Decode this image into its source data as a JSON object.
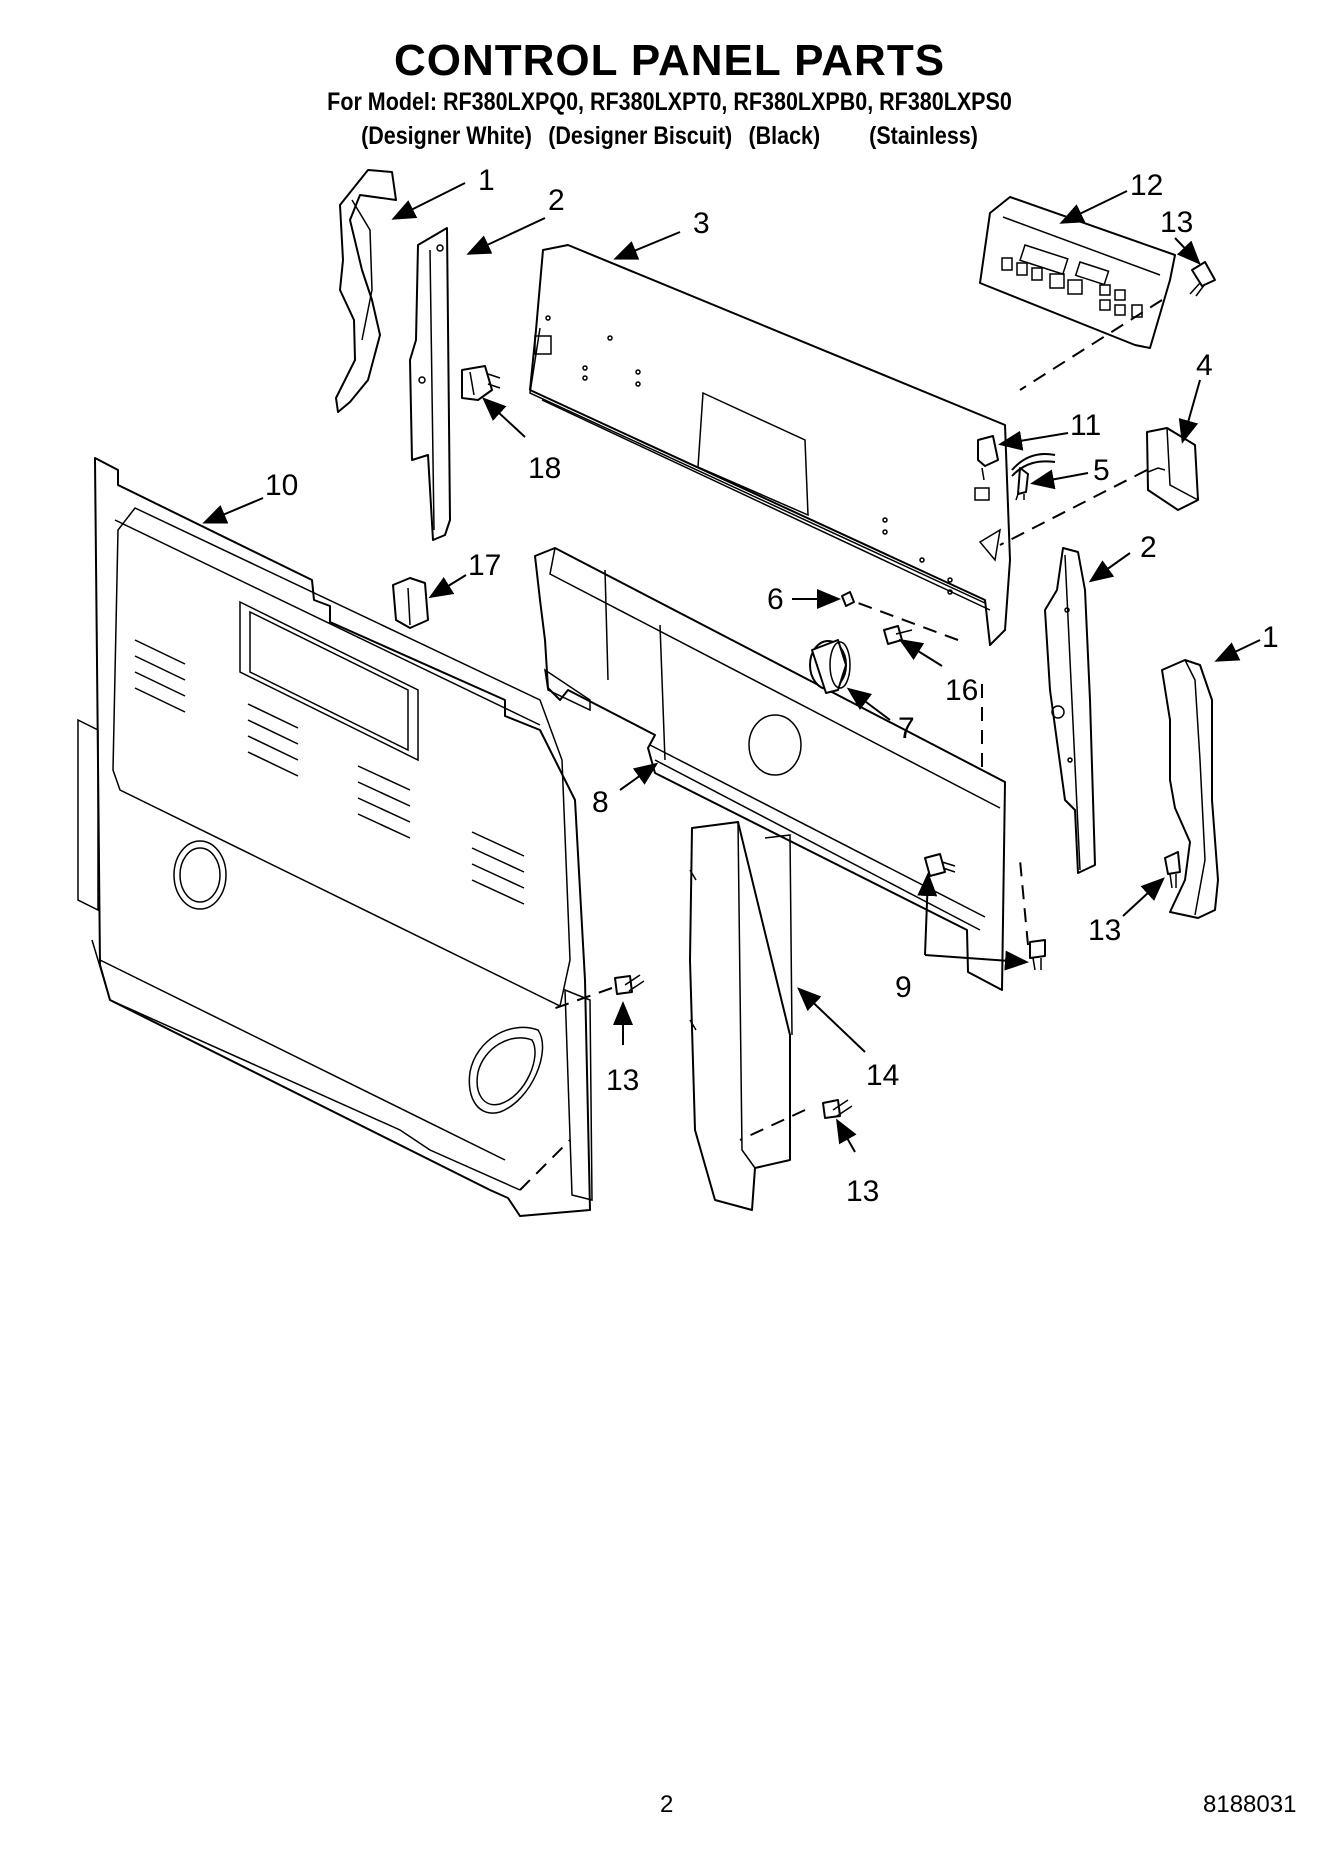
{
  "header": {
    "title": "CONTROL PANEL PARTS",
    "models_line": "For Model: RF380LXPQ0, RF380LXPT0, RF380LXPB0, RF380LXPS0",
    "colors": [
      "(Designer White)",
      "(Designer Biscuit)",
      "(Black)",
      "(Stainless)"
    ]
  },
  "callouts": {
    "c1_left": "1",
    "c2_left": "2",
    "c3": "3",
    "c12": "12",
    "c13_top": "13",
    "c4": "4",
    "c11": "11",
    "c5": "5",
    "c18": "18",
    "c10": "10",
    "c17": "17",
    "c2_right": "2",
    "c1_right": "1",
    "c6": "6",
    "c16": "16",
    "c7": "7",
    "c8": "8",
    "c9": "9",
    "c13_right": "13",
    "c13_mid": "13",
    "c14": "14",
    "c13_bottom": "13"
  },
  "footer": {
    "page_number": "2",
    "document_number": "8188031"
  }
}
